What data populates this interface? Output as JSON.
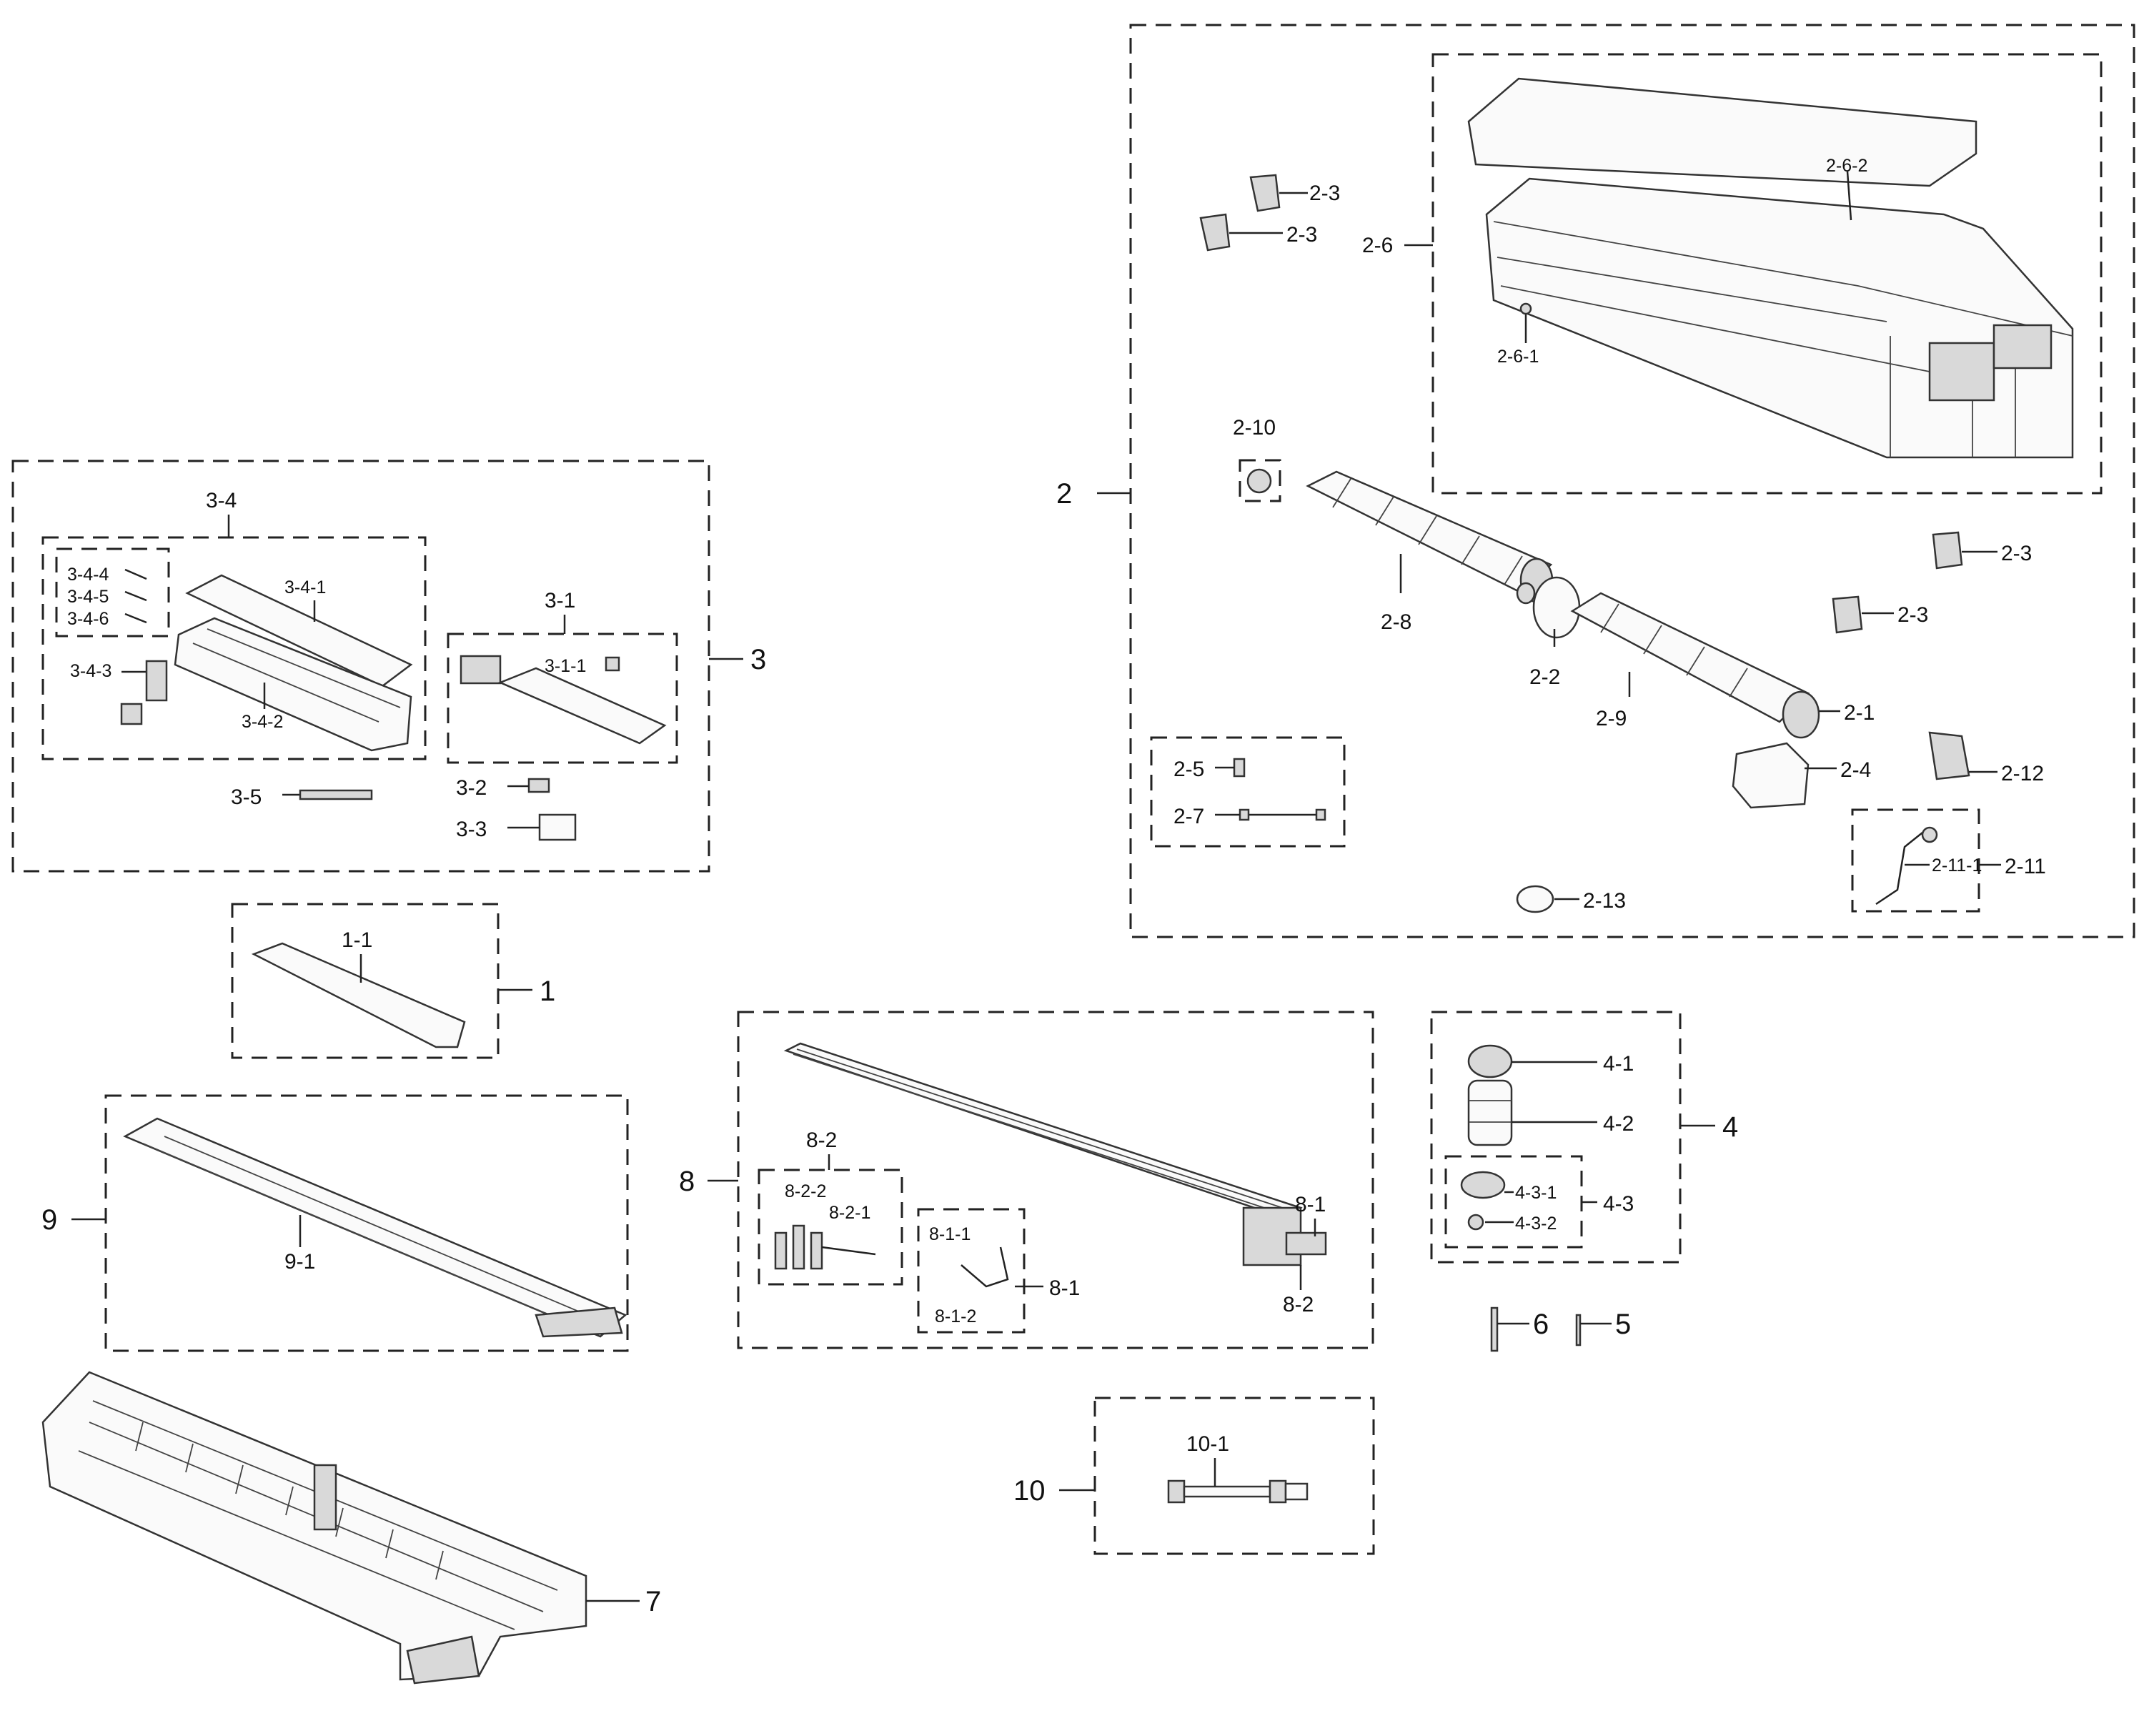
{
  "groups": {
    "g1": "1",
    "g2": "2",
    "g3": "3",
    "g4": "4",
    "g5": "5",
    "g6": "6",
    "g7": "7",
    "g8": "8",
    "g9": "9",
    "g10": "10"
  },
  "labels": {
    "p2_1": "2-1",
    "p2_2": "2-2",
    "p2_3a": "2-3",
    "p2_3b": "2-3",
    "p2_3c": "2-3",
    "p2_3d": "2-3",
    "p2_4": "2-4",
    "p2_5": "2-5",
    "p2_6": "2-6",
    "p2_6_1": "2-6-1",
    "p2_6_2": "2-6-2",
    "p2_7": "2-7",
    "p2_8": "2-8",
    "p2_9": "2-9",
    "p2_10": "2-10",
    "p2_11": "2-11",
    "p2_11_1": "2-11-1",
    "p2_12": "2-12",
    "p2_13": "2-13",
    "p3_1": "3-1",
    "p3_1_1": "3-1-1",
    "p3_2": "3-2",
    "p3_3": "3-3",
    "p3_4": "3-4",
    "p3_4_1": "3-4-1",
    "p3_4_2": "3-4-2",
    "p3_4_3": "3-4-3",
    "p3_4_4": "3-4-4",
    "p3_4_5": "3-4-5",
    "p3_4_6": "3-4-6",
    "p3_5": "3-5",
    "p1_1": "1-1",
    "p4_1": "4-1",
    "p4_2": "4-2",
    "p4_3": "4-3",
    "p4_3_1": "4-3-1",
    "p4_3_2": "4-3-2",
    "p8_1a": "8-1",
    "p8_1b": "8-1",
    "p8_1_1": "8-1-1",
    "p8_1_2": "8-1-2",
    "p8_2a": "8-2",
    "p8_2b": "8-2",
    "p8_2_1": "8-2-1",
    "p8_2_2": "8-2-2",
    "p9_1": "9-1",
    "p10_1": "10-1"
  }
}
